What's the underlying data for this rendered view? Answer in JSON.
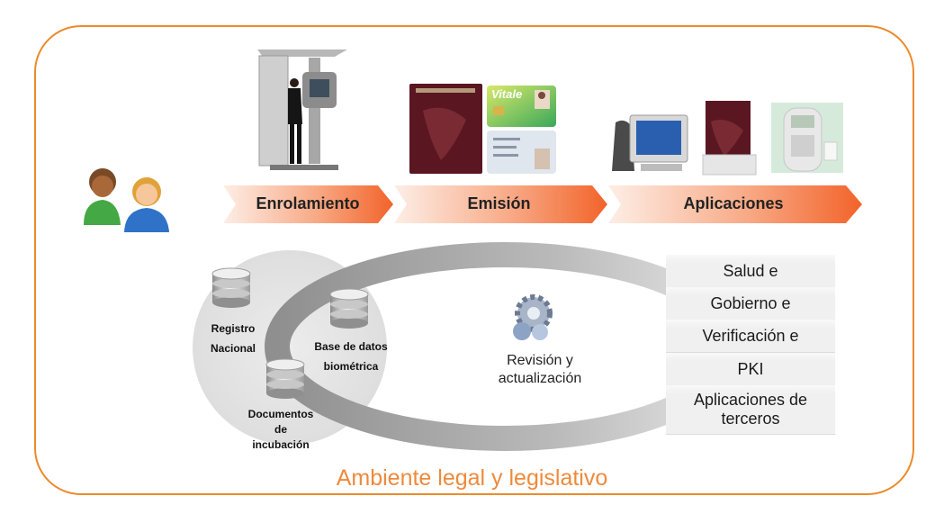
{
  "stages": [
    {
      "label": "Enrolamiento"
    },
    {
      "label": "Emisión"
    },
    {
      "label": "Aplicaciones"
    }
  ],
  "nodes": {
    "registro": "Registro Nacional",
    "registro_l1": "Registro",
    "registro_l2": "Nacional",
    "base_l1": "Base de datos",
    "base_l2": "biométrica",
    "docs_l1": "Documentos",
    "docs_l2": "de",
    "docs_l3": "incubación"
  },
  "center": {
    "line1": "Revisión y",
    "line2": "actualización"
  },
  "applications": [
    {
      "line1": "Salud e",
      "line2": ""
    },
    {
      "line1": "Gobierno e",
      "line2": ""
    },
    {
      "line1": "Verificación e",
      "line2": ""
    },
    {
      "line1": "PKI",
      "line2": ""
    },
    {
      "line1": "Aplicaciones de",
      "line2": "terceros"
    }
  ],
  "cards": {
    "vitale": "Vitale"
  },
  "footer": "Ambiente legal y legislativo",
  "colors": {
    "frame": "#ec8a2a",
    "arrow_start": "#fde6dc",
    "arrow_end": "#f2632a",
    "footer_text": "#ee8a3c",
    "passport": "#5a1621"
  }
}
